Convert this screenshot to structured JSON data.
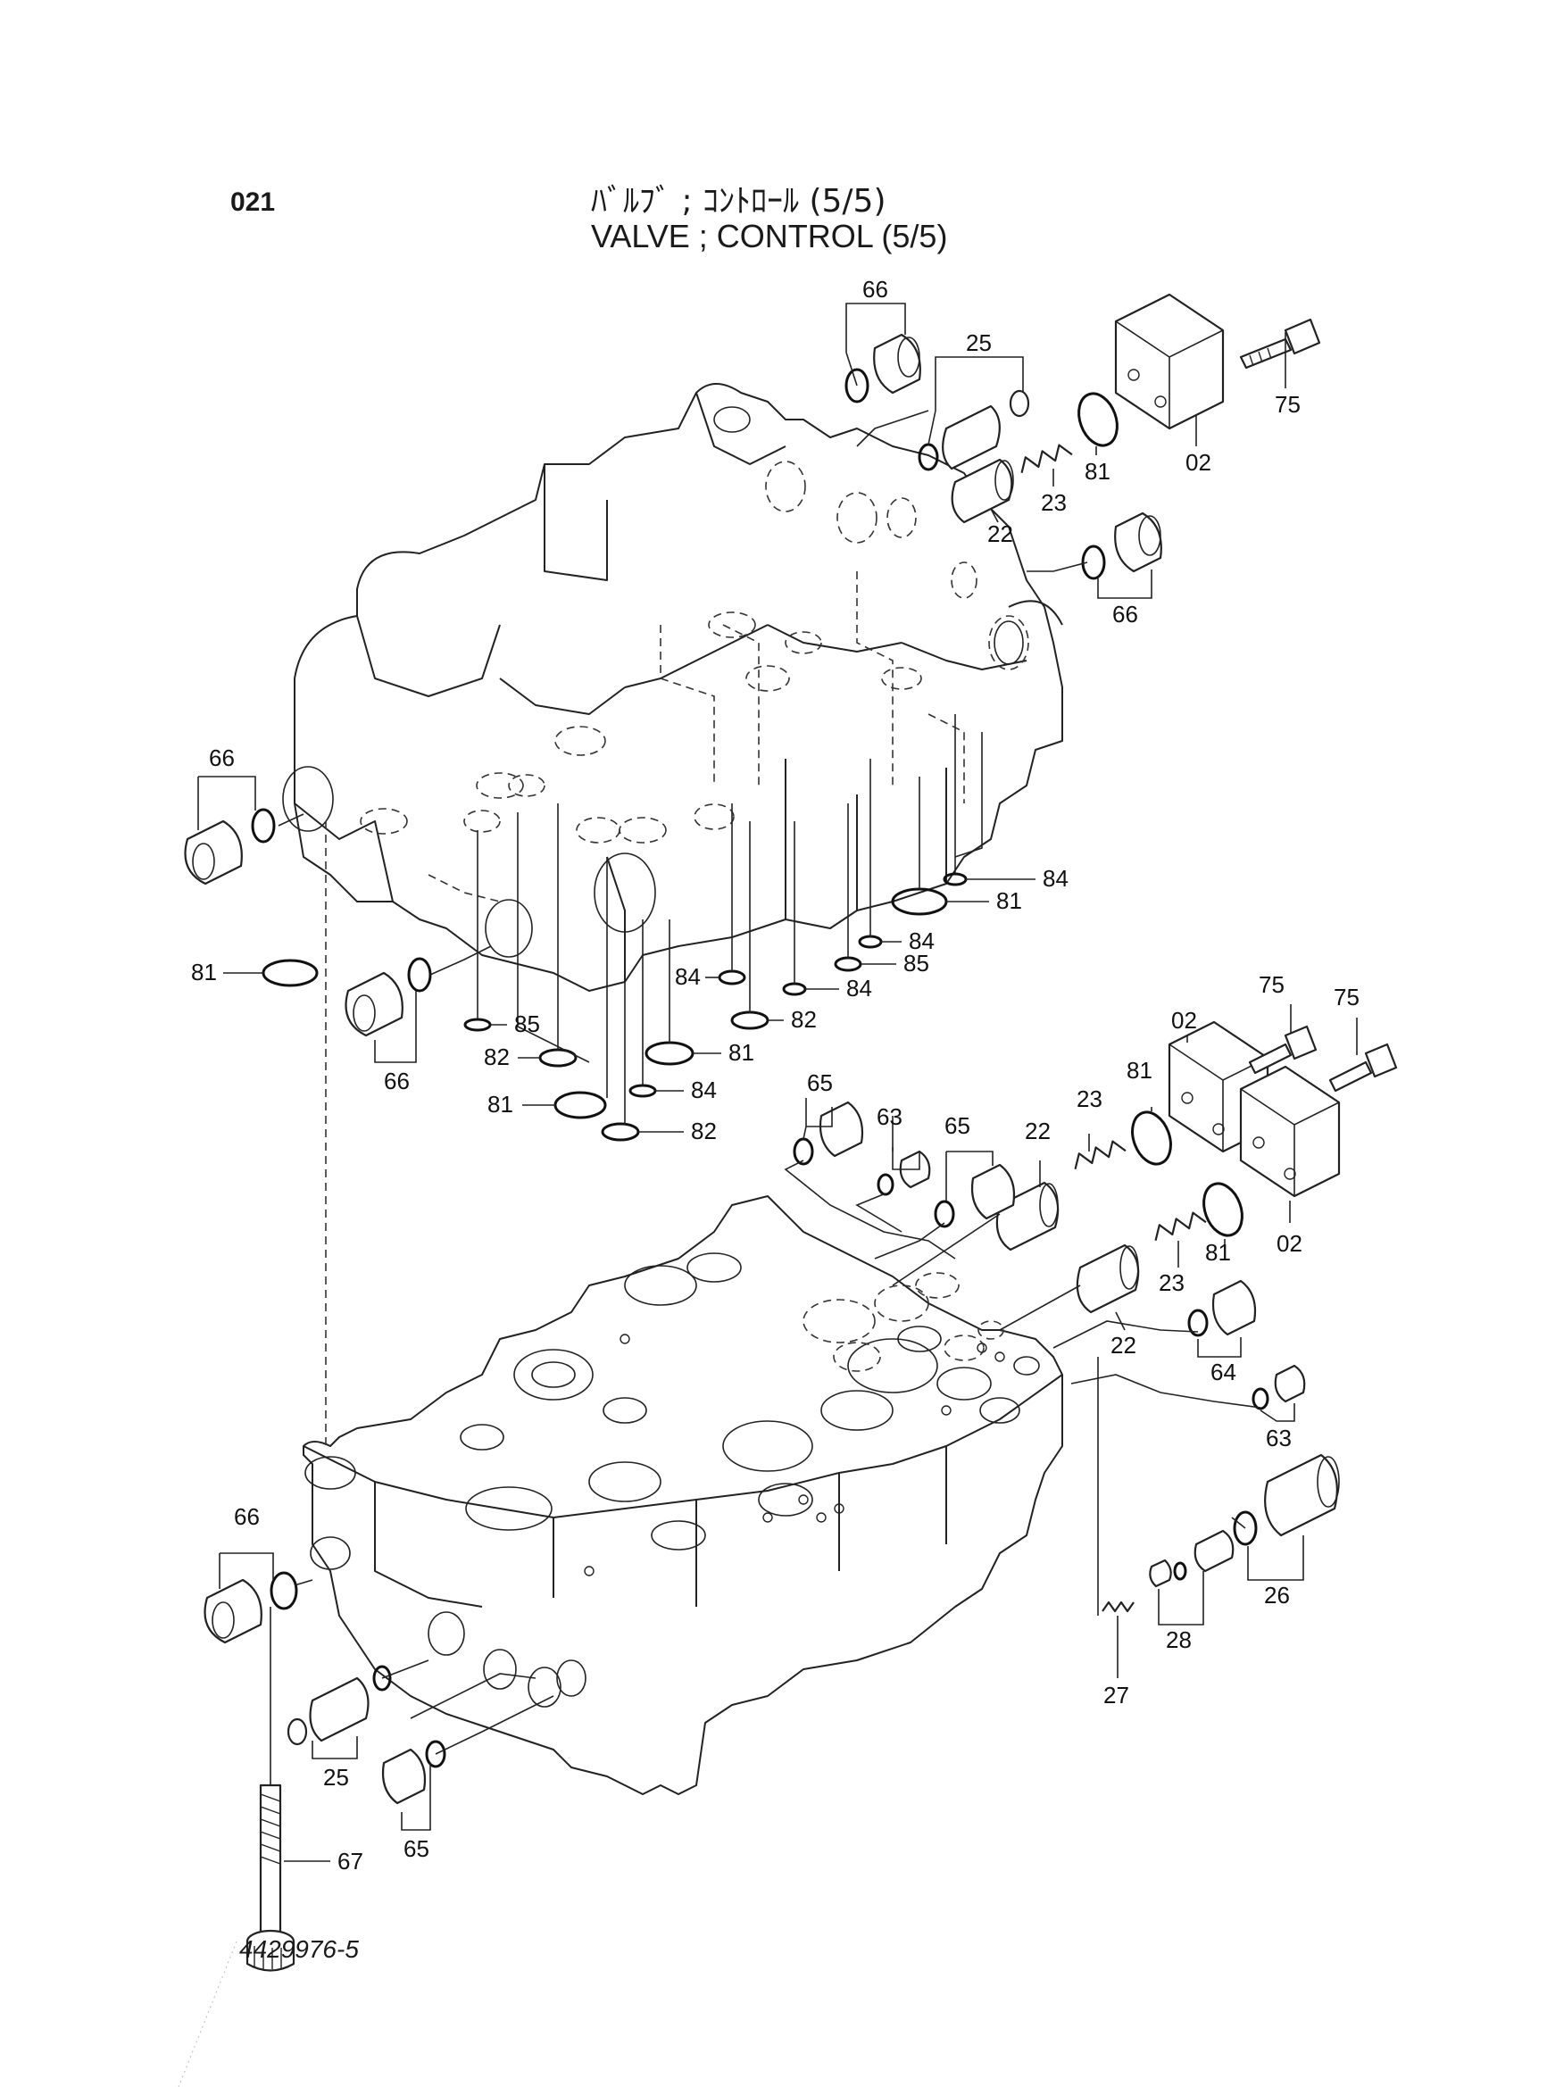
{
  "header": {
    "page_number": "021",
    "title_jp": "ﾊﾞﾙﾌﾞ ; ｺﾝﾄﾛｰﾙ (5/5)",
    "title_en": "VALVE ; CONTROL (5/5)"
  },
  "footer": {
    "drawing_number": "4429976-5"
  },
  "callouts": [
    {
      "id": "c-66-top",
      "text": "66"
    },
    {
      "id": "c-25-top",
      "text": "25"
    },
    {
      "id": "c-75-top",
      "text": "75"
    },
    {
      "id": "c-02-top",
      "text": "02"
    },
    {
      "id": "c-81-top",
      "text": "81"
    },
    {
      "id": "c-23-top",
      "text": "23"
    },
    {
      "id": "c-22-top",
      "text": "22"
    },
    {
      "id": "c-66-right",
      "text": "66"
    },
    {
      "id": "c-66-left",
      "text": "66"
    },
    {
      "id": "c-84-a",
      "text": "84"
    },
    {
      "id": "c-81-a",
      "text": "81"
    },
    {
      "id": "c-84-b",
      "text": "84"
    },
    {
      "id": "c-85-a",
      "text": "85"
    },
    {
      "id": "c-84-c",
      "text": "84"
    },
    {
      "id": "c-84-d",
      "text": "84"
    },
    {
      "id": "c-81-left",
      "text": "81"
    },
    {
      "id": "c-66-mid",
      "text": "66"
    },
    {
      "id": "c-85-b",
      "text": "85"
    },
    {
      "id": "c-82-a",
      "text": "82"
    },
    {
      "id": "c-82-b",
      "text": "82"
    },
    {
      "id": "c-81-b",
      "text": "81"
    },
    {
      "id": "c-81-c",
      "text": "81"
    },
    {
      "id": "c-84-e",
      "text": "84"
    },
    {
      "id": "c-82-c",
      "text": "82"
    },
    {
      "id": "c-75-mid1",
      "text": "75"
    },
    {
      "id": "c-75-mid2",
      "text": "75"
    },
    {
      "id": "c-02-mid",
      "text": "02"
    },
    {
      "id": "c-81-mid",
      "text": "81"
    },
    {
      "id": "c-23-mid",
      "text": "23"
    },
    {
      "id": "c-22-mid",
      "text": "22"
    },
    {
      "id": "c-65-a",
      "text": "65"
    },
    {
      "id": "c-63-a",
      "text": "63"
    },
    {
      "id": "c-65-b",
      "text": "65"
    },
    {
      "id": "c-02-low",
      "text": "02"
    },
    {
      "id": "c-81-low",
      "text": "81"
    },
    {
      "id": "c-23-low",
      "text": "23"
    },
    {
      "id": "c-22-low",
      "text": "22"
    },
    {
      "id": "c-64",
      "text": "64"
    },
    {
      "id": "c-63-b",
      "text": "63"
    },
    {
      "id": "c-66-bottom",
      "text": "66"
    },
    {
      "id": "c-26",
      "text": "26"
    },
    {
      "id": "c-28",
      "text": "28"
    },
    {
      "id": "c-27",
      "text": "27"
    },
    {
      "id": "c-25-bottom",
      "text": "25"
    },
    {
      "id": "c-67",
      "text": "67"
    },
    {
      "id": "c-65-bottom",
      "text": "65"
    }
  ]
}
